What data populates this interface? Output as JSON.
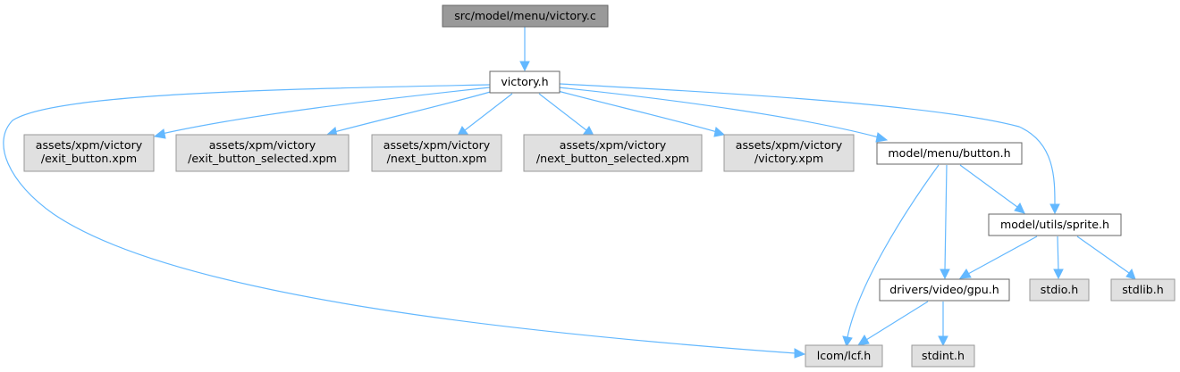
{
  "colors": {
    "root_fill": "#999999",
    "header_fill": "#ffffff",
    "external_fill": "#e0e0e0",
    "border_dark": "#666666",
    "border_light": "#999999",
    "edge": "#63b8ff"
  },
  "nodes": {
    "root": {
      "lines": [
        "src/model/menu/victory.c"
      ]
    },
    "victory_h": {
      "lines": [
        "victory.h"
      ]
    },
    "exit_button_xpm": {
      "lines": [
        "assets/xpm/victory",
        "/exit_button.xpm"
      ]
    },
    "exit_button_selected_xpm": {
      "lines": [
        "assets/xpm/victory",
        "/exit_button_selected.xpm"
      ]
    },
    "next_button_xpm": {
      "lines": [
        "assets/xpm/victory",
        "/next_button.xpm"
      ]
    },
    "next_button_selected_xpm": {
      "lines": [
        "assets/xpm/victory",
        "/next_button_selected.xpm"
      ]
    },
    "victory_xpm": {
      "lines": [
        "assets/xpm/victory",
        "/victory.xpm"
      ]
    },
    "button_h": {
      "lines": [
        "model/menu/button.h"
      ]
    },
    "sprite_h": {
      "lines": [
        "model/utils/sprite.h"
      ]
    },
    "gpu_h": {
      "lines": [
        "drivers/video/gpu.h"
      ]
    },
    "stdio_h": {
      "lines": [
        "stdio.h"
      ]
    },
    "stdlib_h": {
      "lines": [
        "stdlib.h"
      ]
    },
    "lcf_h": {
      "lines": [
        "lcom/lcf.h"
      ]
    },
    "stdint_h": {
      "lines": [
        "stdint.h"
      ]
    }
  }
}
